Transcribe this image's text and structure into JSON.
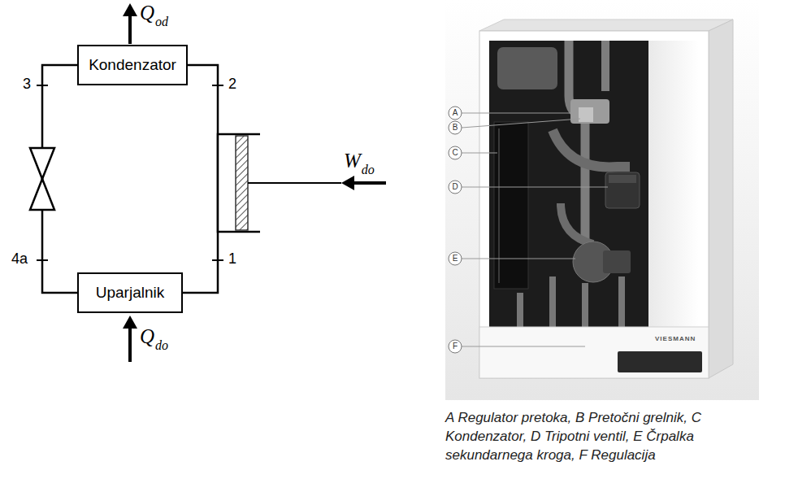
{
  "diagram": {
    "caption": "A Regulator pretoka, B Pretočni grelnik, C Kondenzator, D Tripotni ventil, E Črpalka sekundarnega kroga, F Regulacija",
    "nodes": [
      {
        "text": [
          "Kondenzator"
        ]
      },
      {
        "text": [
          "Uparjalnik"
        ]
      }
    ],
    "edges": [
      {
        "from": 0,
        "to": 1,
        "arrow": "none"
      },
      {
        "from": 1,
        "to": 0,
        "arrow": "none"
      }
    ],
    "labels": [
      "3",
      "2",
      "4a",
      "1",
      "Q",
      "od",
      "W",
      "do",
      "Q",
      "do",
      "A",
      "B",
      "C",
      "D",
      "E",
      "F",
      "VIESMANN"
    ]
  }
}
